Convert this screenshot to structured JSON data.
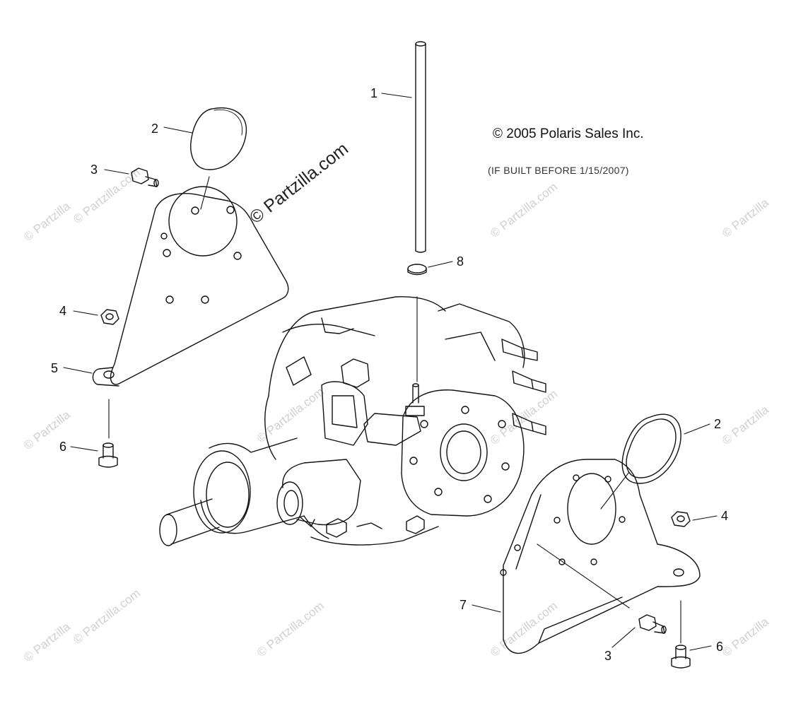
{
  "copyright": "© 2005 Polaris Sales Inc.",
  "note": "(IF BUILT BEFORE 1/15/2007)",
  "watermark_main": "© Partzilla.com",
  "watermark_faint": "© Partzilla.com",
  "watermark_partial": "© Partzilla",
  "callouts": {
    "c1": "1",
    "c2a": "2",
    "c3a": "3",
    "c4a": "4",
    "c5": "5",
    "c6a": "6",
    "c8": "8",
    "c2b": "2",
    "c4b": "4",
    "c7": "7",
    "c3b": "3",
    "c6b": "6"
  }
}
